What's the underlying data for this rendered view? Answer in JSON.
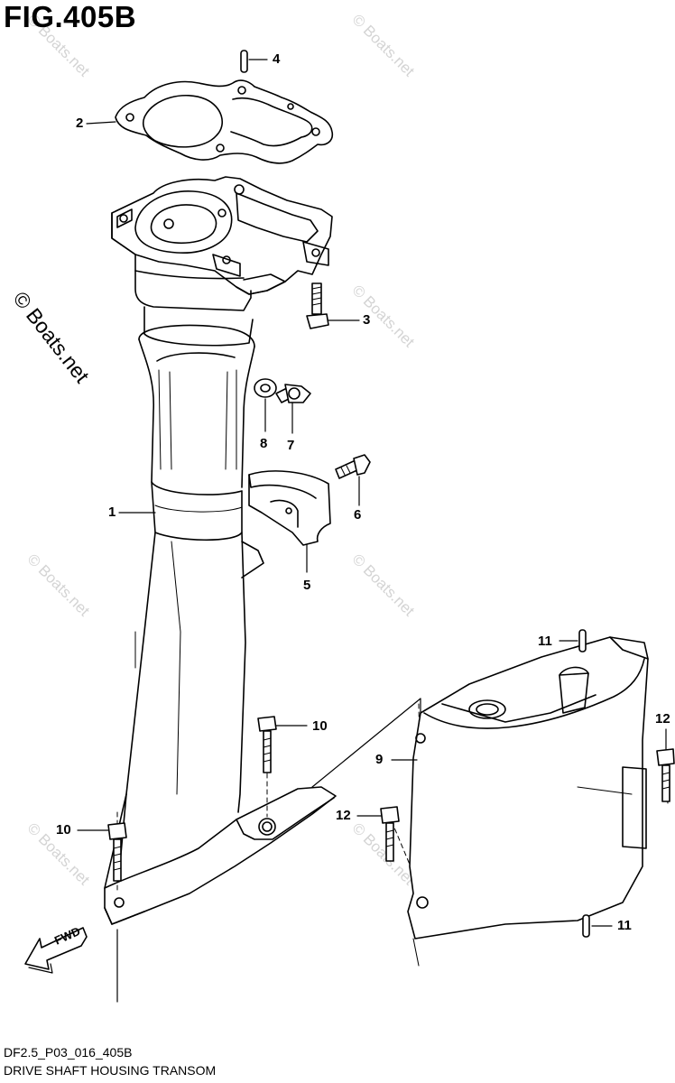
{
  "figure": {
    "title": "FIG.405B",
    "code": "DF2.5_P03_016_405B",
    "caption": "DRIVE SHAFT HOUSING TRANSOM"
  },
  "watermark": {
    "text": "© Boats.net",
    "color": "#d4d4d4"
  },
  "fwd_label": "FWD",
  "callouts": {
    "c1": "1",
    "c2": "2",
    "c3": "3",
    "c4": "4",
    "c5": "5",
    "c6": "6",
    "c7": "7",
    "c8": "8",
    "c9": "9",
    "c10a": "10",
    "c10b": "10",
    "c11a": "11",
    "c11b": "11",
    "c12a": "12",
    "c12b": "12"
  }
}
